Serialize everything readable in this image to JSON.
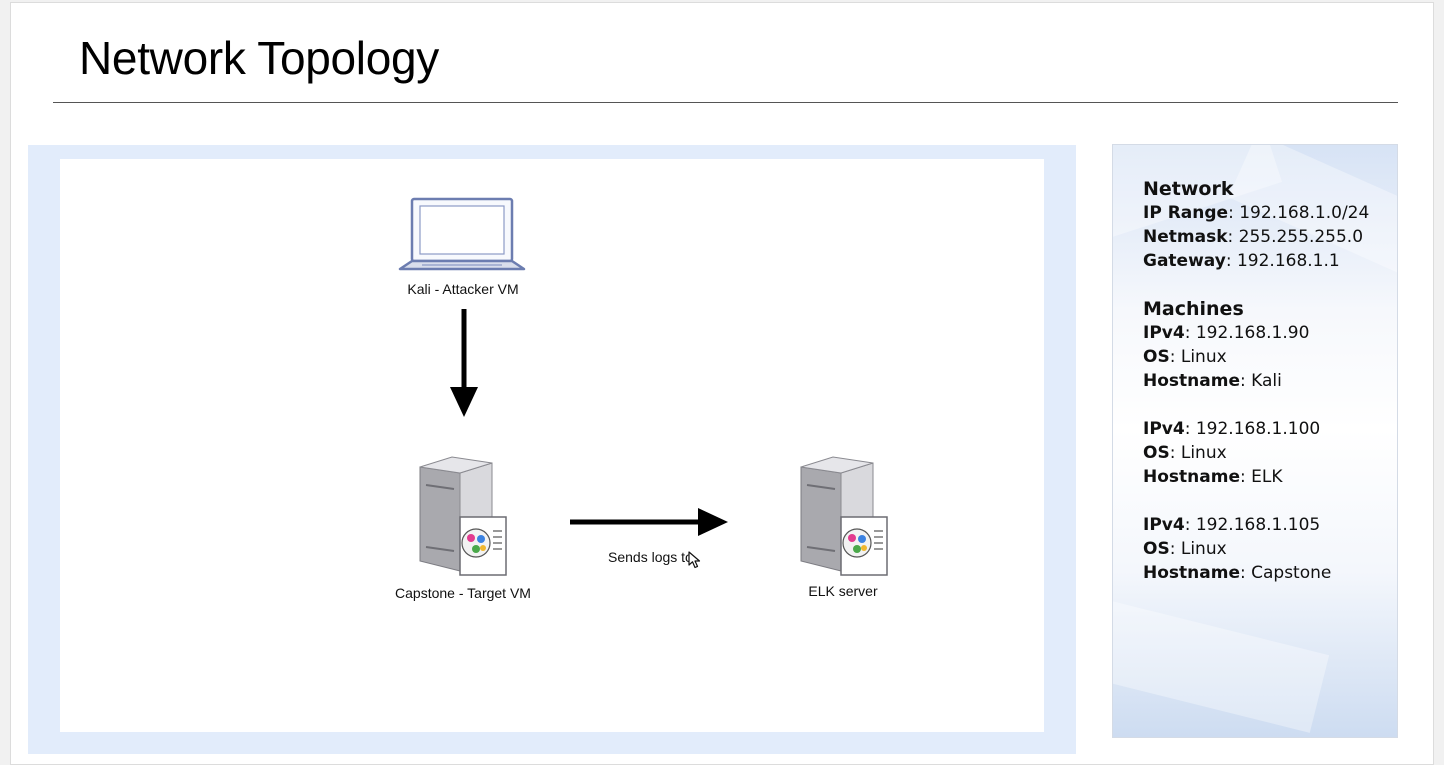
{
  "title": "Network Topology",
  "diagram": {
    "nodes": {
      "attacker": {
        "label": "Kali - Attacker VM",
        "icon": "laptop-icon"
      },
      "target": {
        "label": "Capstone - Target VM",
        "icon": "server-icon"
      },
      "elk": {
        "label": "ELK server",
        "icon": "server-icon"
      }
    },
    "edges": {
      "attacker_to_target": {
        "label": ""
      },
      "target_to_elk": {
        "label": "Sends logs to"
      }
    }
  },
  "network": {
    "heading": "Network",
    "ip_range_key": "IP Range",
    "ip_range": "192.168.1.0/24",
    "netmask_key": "Netmask",
    "netmask": "255.255.255.0",
    "gateway_key": "Gateway",
    "gateway": "192.168.1.1"
  },
  "machines": {
    "heading": "Machines",
    "ipv4_key": "IPv4",
    "os_key": "OS",
    "hostname_key": "Hostname",
    "items": [
      {
        "ipv4": "192.168.1.90",
        "os": "Linux",
        "hostname": "Kali"
      },
      {
        "ipv4": "192.168.1.100",
        "os": "Linux",
        "hostname": "ELK"
      },
      {
        "ipv4": "192.168.1.105",
        "os": "Linux",
        "hostname": "Capstone"
      }
    ]
  },
  "colors": {
    "frame": "#e2ecfb",
    "laptop_stroke": "#6c7db0",
    "server_body": "#b8b8bc"
  }
}
